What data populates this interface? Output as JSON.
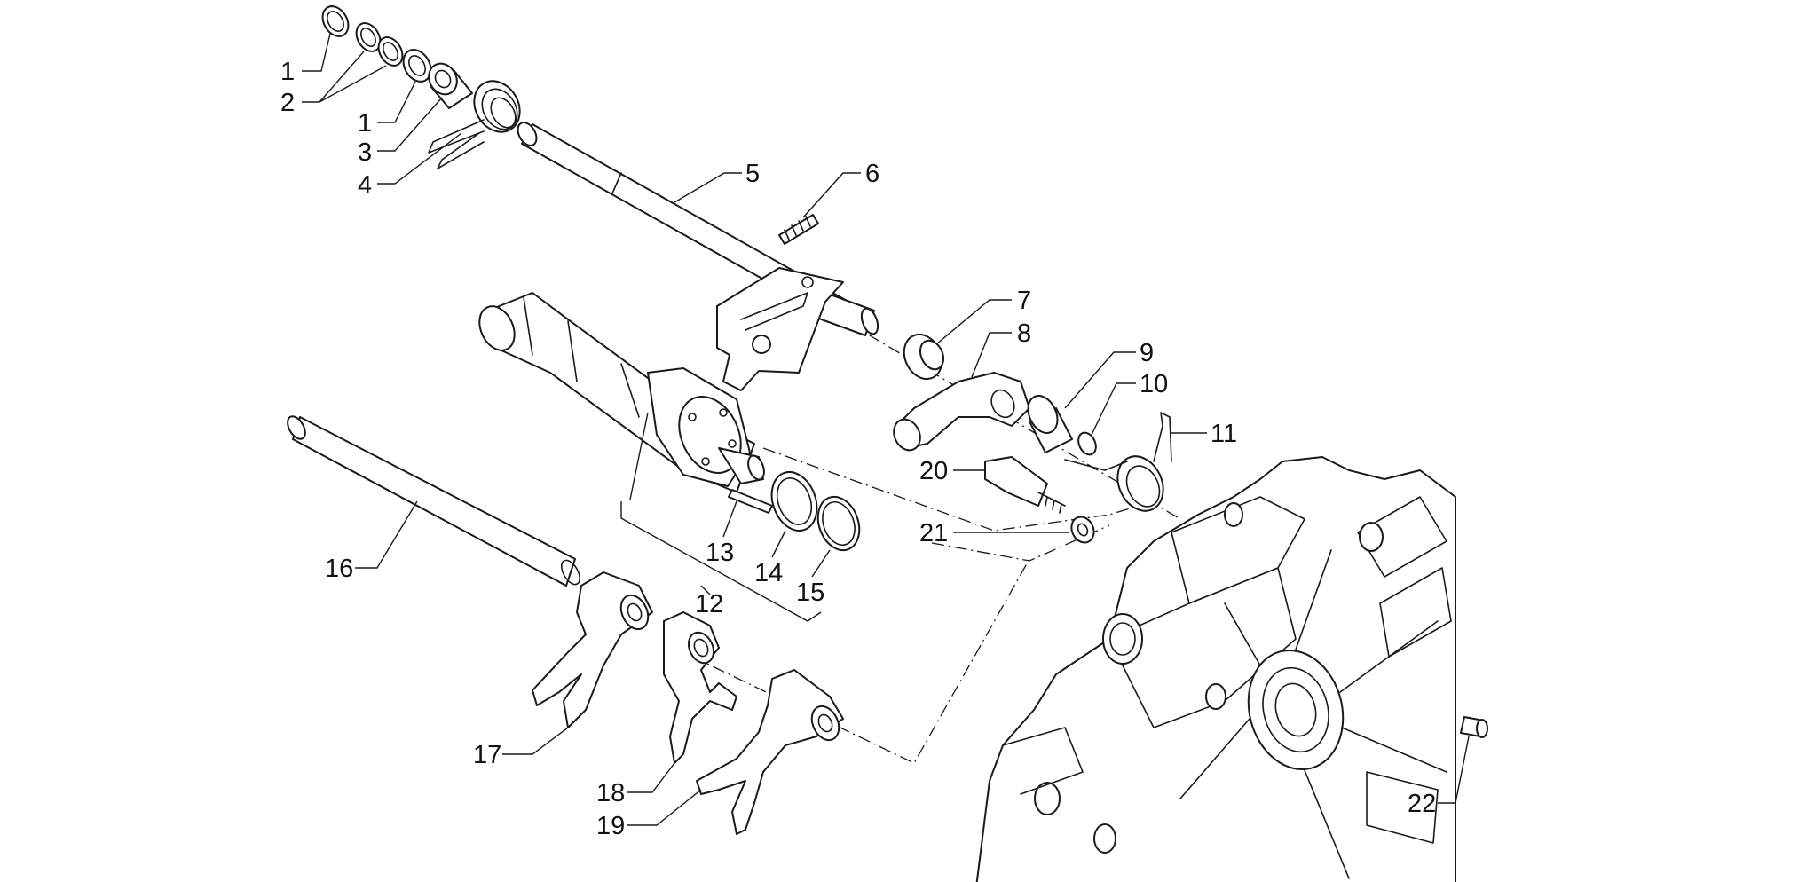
{
  "diagram": {
    "type": "exploded-parts-diagram",
    "line_color": "#1a1a1a",
    "background": "#ffffff",
    "callouts": [
      {
        "id": "1a",
        "label": "1"
      },
      {
        "id": "2",
        "label": "2"
      },
      {
        "id": "1b",
        "label": "1"
      },
      {
        "id": "3",
        "label": "3"
      },
      {
        "id": "4",
        "label": "4"
      },
      {
        "id": "5",
        "label": "5"
      },
      {
        "id": "6",
        "label": "6"
      },
      {
        "id": "7",
        "label": "7"
      },
      {
        "id": "8",
        "label": "8"
      },
      {
        "id": "9",
        "label": "9"
      },
      {
        "id": "10",
        "label": "10"
      },
      {
        "id": "11",
        "label": "11"
      },
      {
        "id": "20",
        "label": "20"
      },
      {
        "id": "21",
        "label": "21"
      },
      {
        "id": "13",
        "label": "13"
      },
      {
        "id": "14",
        "label": "14"
      },
      {
        "id": "15",
        "label": "15"
      },
      {
        "id": "12",
        "label": "12"
      },
      {
        "id": "16",
        "label": "16"
      },
      {
        "id": "17",
        "label": "17"
      },
      {
        "id": "18",
        "label": "18"
      },
      {
        "id": "19",
        "label": "19"
      },
      {
        "id": "22",
        "label": "22"
      }
    ]
  }
}
